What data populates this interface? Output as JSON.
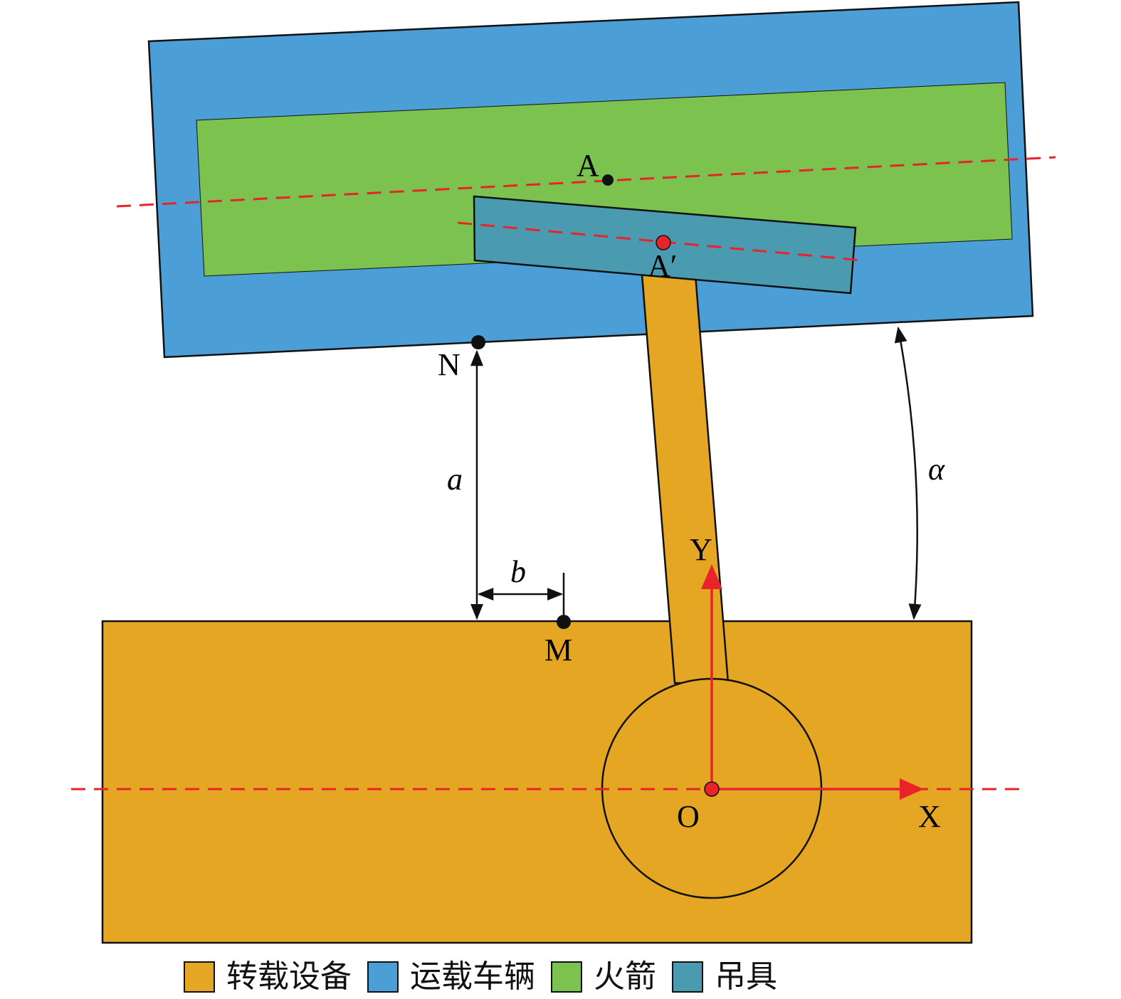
{
  "colors": {
    "transfer_equipment": "#E4A623",
    "carrier_vehicle": "#4B9FD6",
    "rocket": "#7CC24E",
    "spreader": "#4A9BB0",
    "axis": "#E8232A",
    "dashed_line": "#E8232A",
    "outline": "#111111"
  },
  "points": {
    "A": "A",
    "A_prime": "A′",
    "N": "N",
    "M": "M",
    "O": "O"
  },
  "axes": {
    "x": "X",
    "y": "Y"
  },
  "dimensions": {
    "a": "a",
    "b": "b",
    "alpha": "α"
  },
  "legend": [
    {
      "label": "转载设备",
      "color": "#E4A623",
      "icon": "square-swatch"
    },
    {
      "label": "运载车辆",
      "color": "#4B9FD6",
      "icon": "square-swatch"
    },
    {
      "label": "火箭",
      "color": "#7CC24E",
      "icon": "square-swatch"
    },
    {
      "label": "吊具",
      "color": "#4A9BB0",
      "icon": "square-swatch"
    }
  ]
}
